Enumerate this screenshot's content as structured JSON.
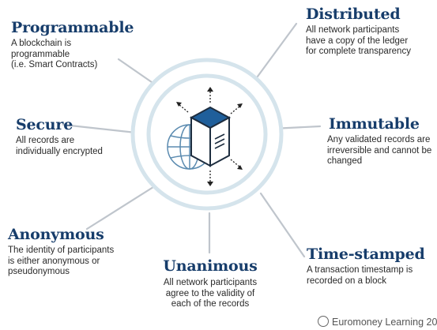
{
  "features": [
    {
      "key": "programmable",
      "title": "Programmable",
      "desc": "A blockchain is\nprogrammable\n(i.e. Smart Contracts)"
    },
    {
      "key": "distributed",
      "title": "Distributed",
      "desc": "All network participants\nhave a copy of the ledger\nfor complete transparency"
    },
    {
      "key": "secure",
      "title": "Secure",
      "desc": "All records are\nindividually encrypted"
    },
    {
      "key": "immutable",
      "title": "Immutable",
      "desc": "Any validated records are\nirreversible and cannot be\nchanged"
    },
    {
      "key": "anonymous",
      "title": "Anonymous",
      "desc": "The identity of participants\nis either anonymous or\npseudonymous"
    },
    {
      "key": "unanimous",
      "title": "Unanimous",
      "desc": "All network participants\nagree to the validity of\neach of the records"
    },
    {
      "key": "time-stamped",
      "title": "Time-stamped",
      "desc": "A transaction timestamp is\nrecorded on a block"
    }
  ],
  "credit": "Euromoney Learning 20",
  "colors": {
    "title": "#173d6b",
    "ring": "#cfe0ea",
    "connector": "#bfc5cc",
    "cube_top": "#1f5f9b",
    "globe": "#5b8bb0"
  }
}
